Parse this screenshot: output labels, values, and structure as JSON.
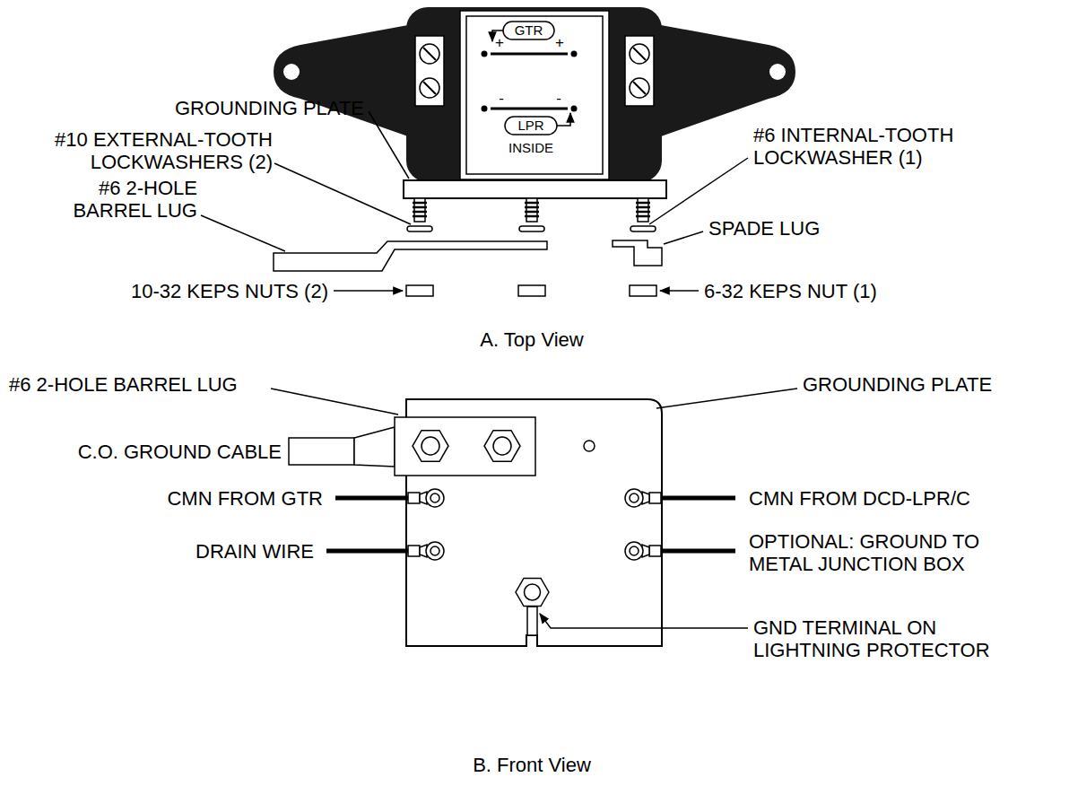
{
  "diagram": {
    "labels": [
      "GTR",
      "+",
      "+",
      "-",
      "-",
      "LPR",
      "INSIDE",
      "GROUNDING PLATE",
      "#10 EXTERNAL-TOOTH LOCKWASHERS (2)",
      "#6 INTERNAL-TOOTH LOCKWASHER (1)",
      "#6 2-HOLE BARREL LUG",
      "SPADE LUG",
      "10-32 KEPS NUTS (2)",
      "6-32 KEPS NUT (1)",
      "A. Top View",
      "#6 2-HOLE BARREL LUG",
      "GROUNDING PLATE",
      "C.O. GROUND CABLE",
      "CMN FROM GTR",
      "CMN FROM DCD-LPR/C",
      "DRAIN WIRE",
      "OPTIONAL: GROUND TO METAL JUNCTION BOX",
      "GND TERMINAL ON LIGHTNING PROTECTOR",
      "B. Front View"
    ]
  }
}
